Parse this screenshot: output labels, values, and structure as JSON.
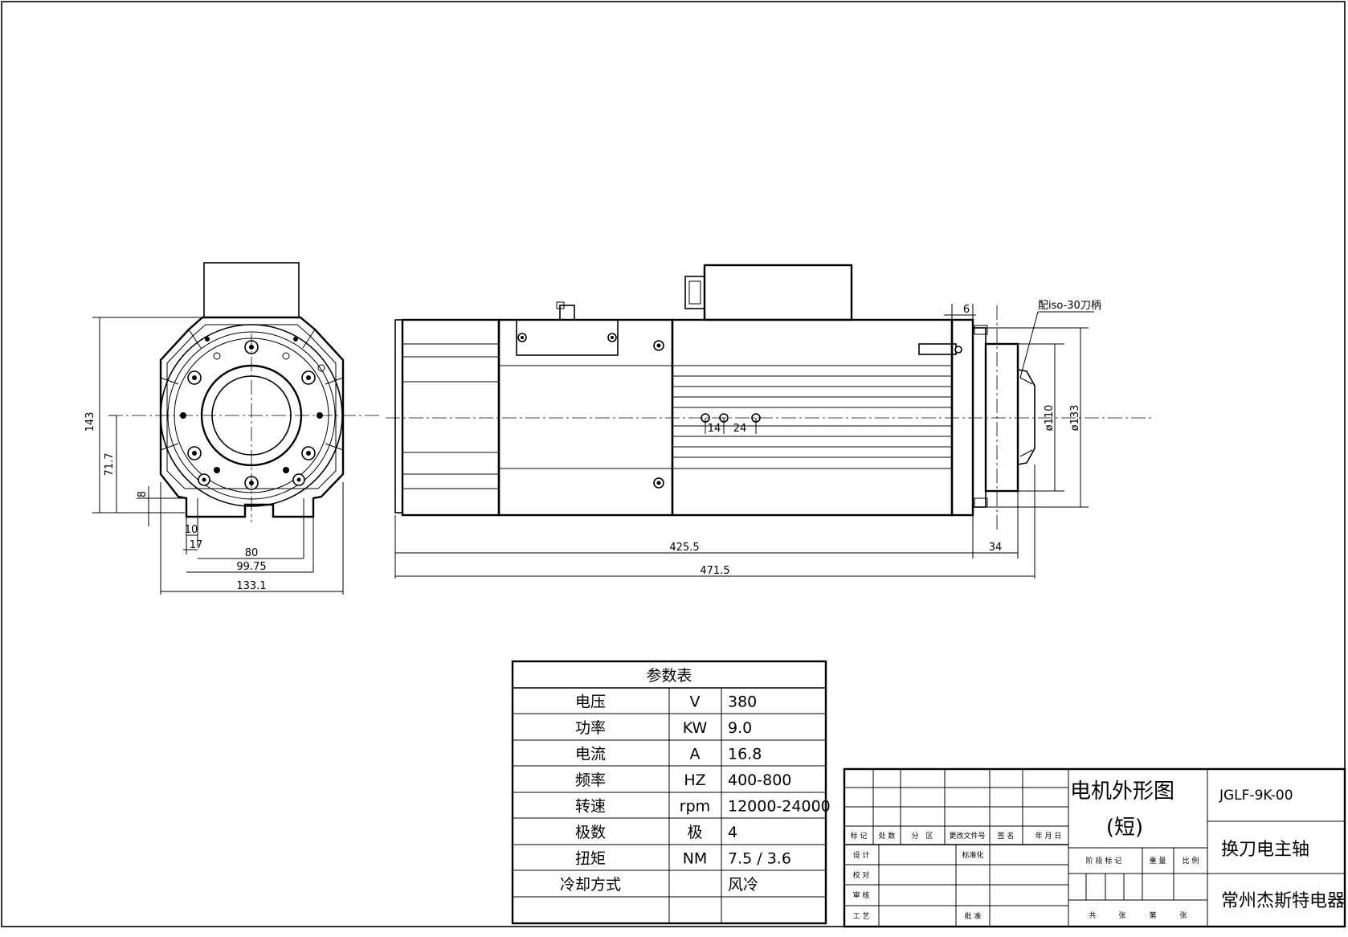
{
  "front_view": {
    "dims": {
      "height_total": "143",
      "center_height": "71.7",
      "base_height": "8",
      "slot_10": "10",
      "slot_17": "17",
      "hole_spacing": "80",
      "mount_width": "99.75",
      "overall_width": "133.1"
    }
  },
  "side_view": {
    "dims": {
      "body_length": "425.5",
      "nose_length": "34",
      "overall_length": "471.5",
      "flange_6": "6",
      "dia_110": "ø110",
      "dia_133": "ø133",
      "spacing_14": "14",
      "spacing_24": "24"
    },
    "callout": "配iso-30刀柄"
  },
  "param_table": {
    "title": "参数表",
    "rows": [
      {
        "name": "电压",
        "unit": "V",
        "value": "380"
      },
      {
        "name": "功率",
        "unit": "KW",
        "value": "9.0"
      },
      {
        "name": "电流",
        "unit": "A",
        "value": "16.8"
      },
      {
        "name": "频率",
        "unit": "HZ",
        "value": "400-800"
      },
      {
        "name": "转速",
        "unit": "rpm",
        "value": "12000-24000"
      },
      {
        "name": "极数",
        "unit": "极",
        "value": "4"
      },
      {
        "name": "扭矩",
        "unit": "NM",
        "value": "7.5 / 3.6"
      },
      {
        "name": "冷却方式",
        "unit": "",
        "value": "风冷"
      },
      {
        "name": "",
        "unit": "",
        "value": ""
      }
    ]
  },
  "title_block": {
    "drawing_title_1": "电机外形图",
    "drawing_title_2": "(短)",
    "drawing_number": "JGLF-9K-00",
    "part_name": "换刀电主轴",
    "company": "常州杰斯特电器",
    "revision_headers": [
      "标 记",
      "处 数",
      "分　区",
      "更改文件号",
      "签 名",
      "年 月 日"
    ],
    "labels": {
      "design": "设 计",
      "standardize": "标准化",
      "check": "校 对",
      "review": "审 核",
      "process": "工 艺",
      "approve": "批 准",
      "stage_mark": "阶 段 标 记",
      "weight": "重 量",
      "scale": "比 例",
      "total": "共",
      "sheets": "张",
      "sheet_no": "第",
      "sheet_unit": "张"
    }
  }
}
